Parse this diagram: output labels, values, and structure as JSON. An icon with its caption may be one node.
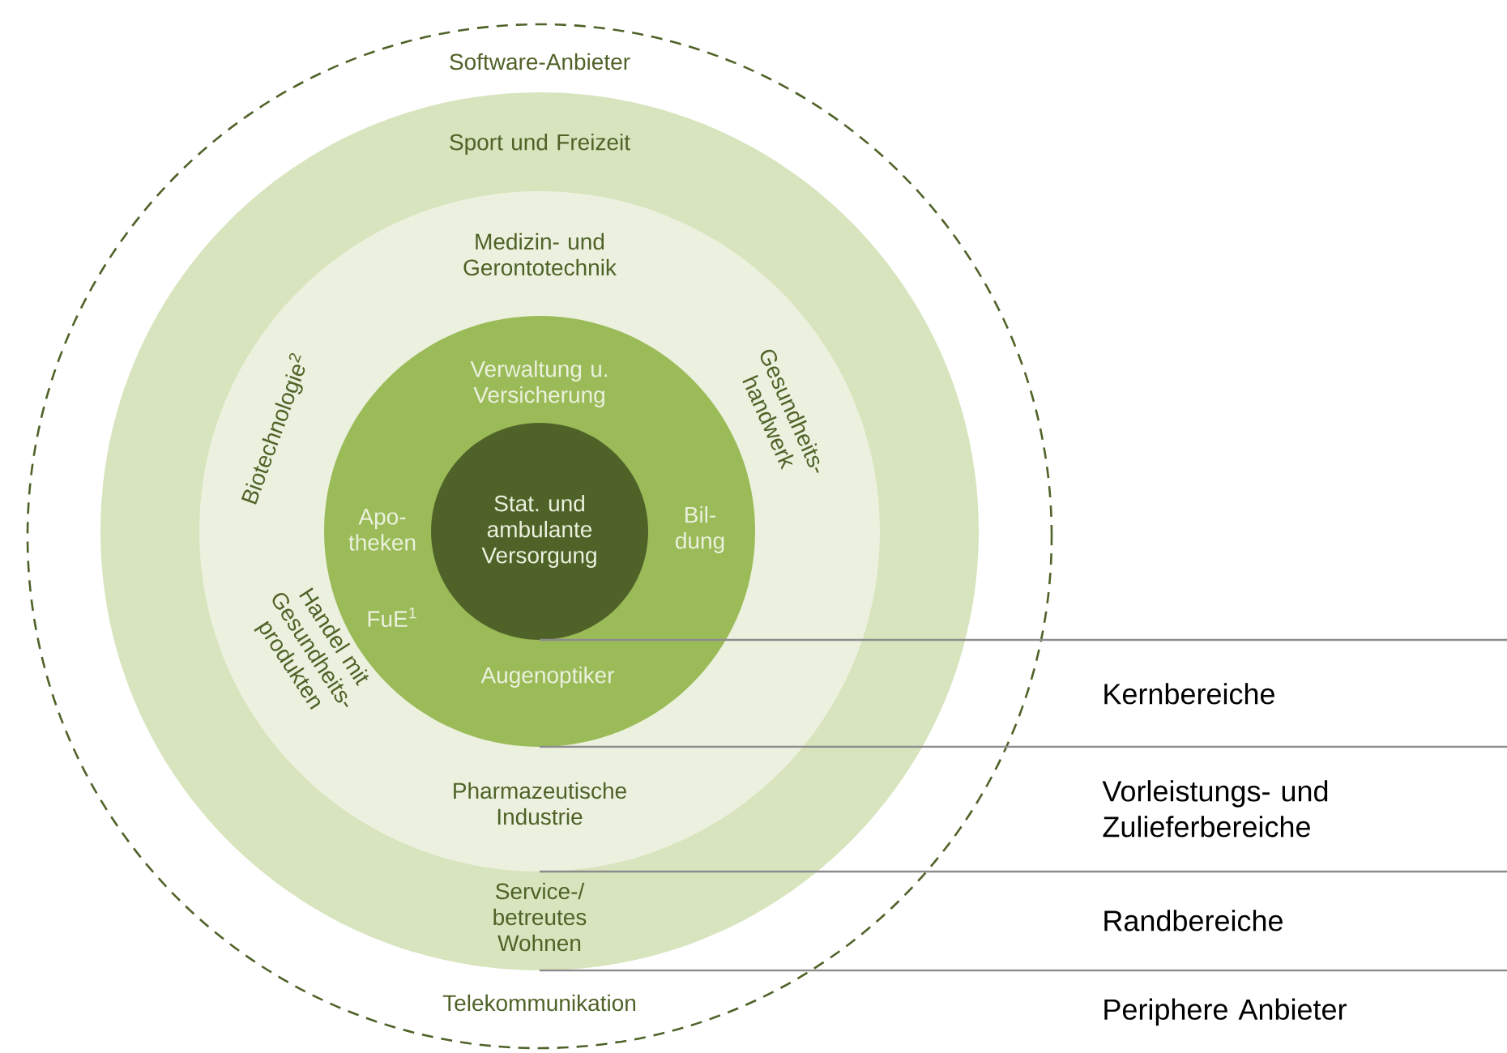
{
  "diagram": {
    "nodes": [
      {
        "text": [
          "Software-Anbieter",
          "Telekommunikation"
        ]
      },
      {
        "text": [
          "Sport und Freizeit",
          "Service-/ betreutes Wohnen"
        ],
        "in": 0
      },
      {
        "text": [
          "Medizin- und Gerontotechnik",
          "Biotechnologie$^{2}$",
          "Gesundheits- handwerk",
          "Handel mit Gesundheits- produkten",
          "Pharmazeutische Industrie"
        ],
        "in": 1
      },
      {
        "text": [
          "Verwaltung u. Versicherung",
          "Apo- theken",
          "Bil- dung",
          "FuE$^{1}$",
          "Augenoptiker"
        ],
        "in": 2
      },
      {
        "text": [
          "Stat. und ambulante Versorgung"
        ],
        "in": 3
      },
      {
        "text": [
          "Kernbereiche"
        ]
      },
      {
        "text": [
          "Vorleistungs- und Zulieferbereiche"
        ]
      },
      {
        "text": [
          "Randbereiche"
        ]
      },
      {
        "text": [
          "Periphere Anbieter"
        ]
      }
    ]
  }
}
